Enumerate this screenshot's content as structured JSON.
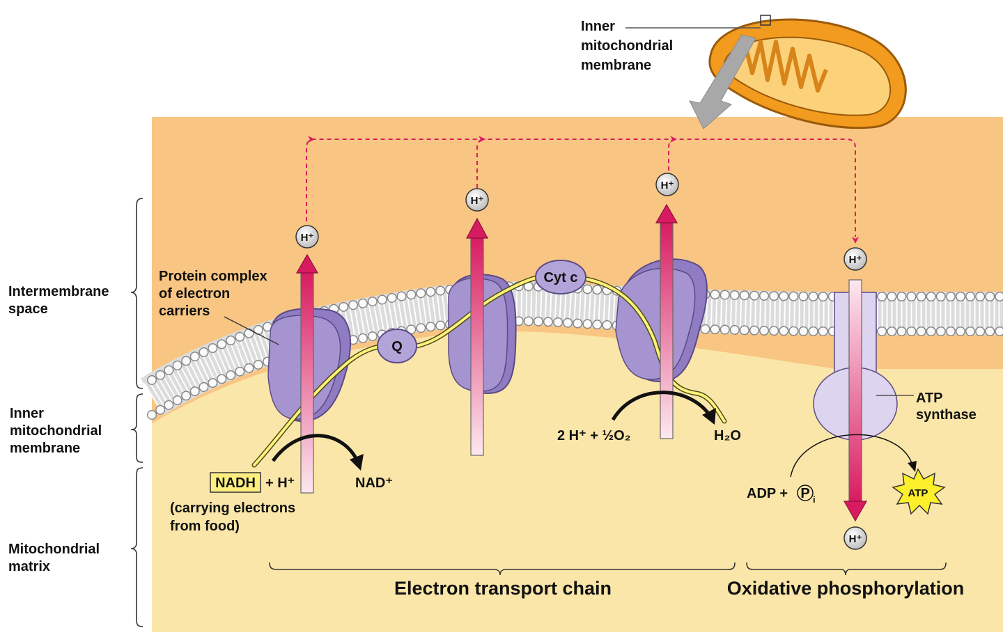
{
  "labels": {
    "inner_membrane_top": [
      "Inner",
      "mitochondrial",
      "membrane"
    ],
    "intermembrane_space": [
      "Intermembrane",
      "space"
    ],
    "inner_membrane_side": [
      "Inner",
      "mitochondrial",
      "membrane"
    ],
    "matrix": [
      "Mitochondrial",
      "matrix"
    ],
    "protein_complex": [
      "Protein complex",
      "of electron",
      "carriers"
    ],
    "q": "Q",
    "cyt_c": "Cyt c",
    "h_plus": "H⁺",
    "nadh": "NADH",
    "nadh_plus": "+ H⁺",
    "nadh_note": [
      "(carrying electrons",
      "from food)"
    ],
    "nad": "NAD⁺",
    "oxygen": "2 H⁺ + ½O₂",
    "water": "H₂O",
    "atp_synthase": [
      "ATP",
      "synthase"
    ],
    "adp": "ADP +",
    "pi": "P",
    "pi_sub": "i",
    "atp": "ATP",
    "etc": "Electron transport chain",
    "oxphos": "Oxidative phosphorylation"
  },
  "colors": {
    "intermembrane": "#f9c583",
    "matrix": "#fbe6a9",
    "protein": "#a594cf",
    "proton_arrow": "#d81b60",
    "electron_path": "#fff27a",
    "mitochondrion": "#f29b1e"
  }
}
